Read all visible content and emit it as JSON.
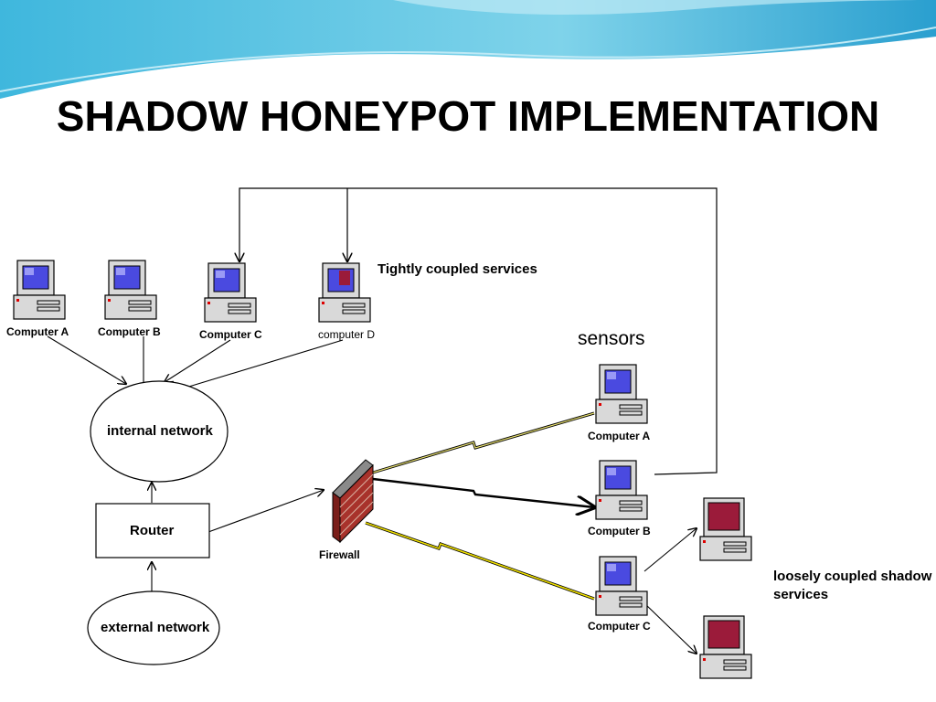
{
  "title": "SHADOW HONEYPOT IMPLEMENTATION",
  "diagram": {
    "internal_computers": [
      "Computer A",
      "Computer B",
      "Computer C",
      "computer D"
    ],
    "tightly_coupled_label": "Tightly coupled services",
    "sensors_label": "sensors",
    "sensor_computers": [
      "Computer A",
      "Computer B",
      "Computer C"
    ],
    "internal_network": "internal network",
    "router": "Router",
    "external_network": "external network",
    "firewall": "Firewall",
    "loosely_coupled_label_line1": "loosely coupled shadow",
    "loosely_coupled_label_line2": "services"
  },
  "colors": {
    "header_wave": "#4fc3e0",
    "screen": "#3333dd",
    "monitor_body": "#d9d9d9",
    "shadow_screen": "#9b1b3a",
    "firewall_brick": "#a8322b",
    "lightning": "#f0e000"
  },
  "icons": [
    "computer-icon",
    "shadow-computer-icon",
    "firewall-icon",
    "lightning-link-icon",
    "header-wave"
  ]
}
